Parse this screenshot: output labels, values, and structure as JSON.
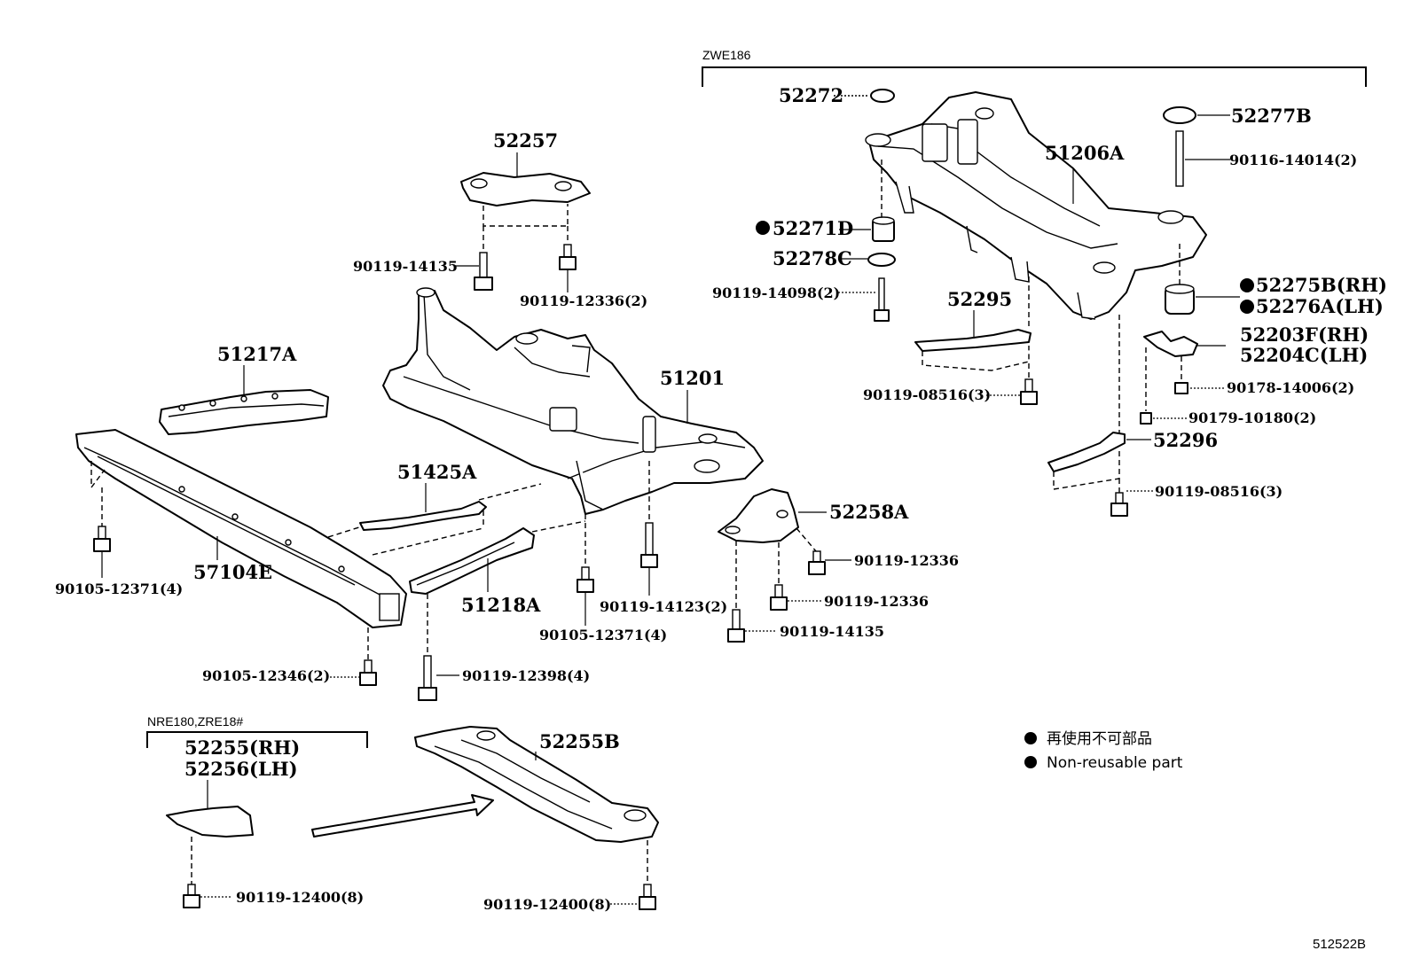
{
  "groups": {
    "zwe186": "ZWE186",
    "nre_zre": "NRE180,ZRE18#"
  },
  "parts": {
    "p52272": "52272",
    "p52277B": "52277B",
    "p51206A": "51206A",
    "p90116_14014": "90116-14014(2)",
    "p52271D": "52271D",
    "p52278C": "52278C",
    "p90119_14098": "90119-14098(2)",
    "p52295": "52295",
    "p52275B": "52275B(RH)",
    "p52276A": "52276A(LH)",
    "p52203F": "52203F(RH)",
    "p52204C": "52204C(LH)",
    "p90178_14006": "90178-14006(2)",
    "p90119_08516_a": "90119-08516(3)",
    "p90179_10180": "90179-10180(2)",
    "p52296": "52296",
    "p90119_08516_b": "90119-08516(3)",
    "p52257": "52257",
    "p90119_14135_a": "90119-14135",
    "p90119_12336_2": "90119-12336(2)",
    "p51217A": "51217A",
    "p51201": "51201",
    "p51425A": "51425A",
    "p52258A": "52258A",
    "p90119_12336_a": "90119-12336",
    "p90119_12336_b": "90119-12336",
    "p90119_14135_b": "90119-14135",
    "p57104E": "57104E",
    "p51218A": "51218A",
    "p90105_12371_a": "90105-12371(4)",
    "p90105_12371_b": "90105-12371(4)",
    "p90119_14123": "90119-14123(2)",
    "p90105_12346": "90105-12346(2)",
    "p90119_12398": "90119-12398(4)",
    "p52255": "52255(RH)",
    "p52256": "52256(LH)",
    "p52255B": "52255B",
    "p90119_12400_a": "90119-12400(8)",
    "p90119_12400_b": "90119-12400(8)"
  },
  "legend": {
    "jp": "再使用不可部品",
    "en": "Non-reusable part"
  },
  "diagram_id": "512522B"
}
